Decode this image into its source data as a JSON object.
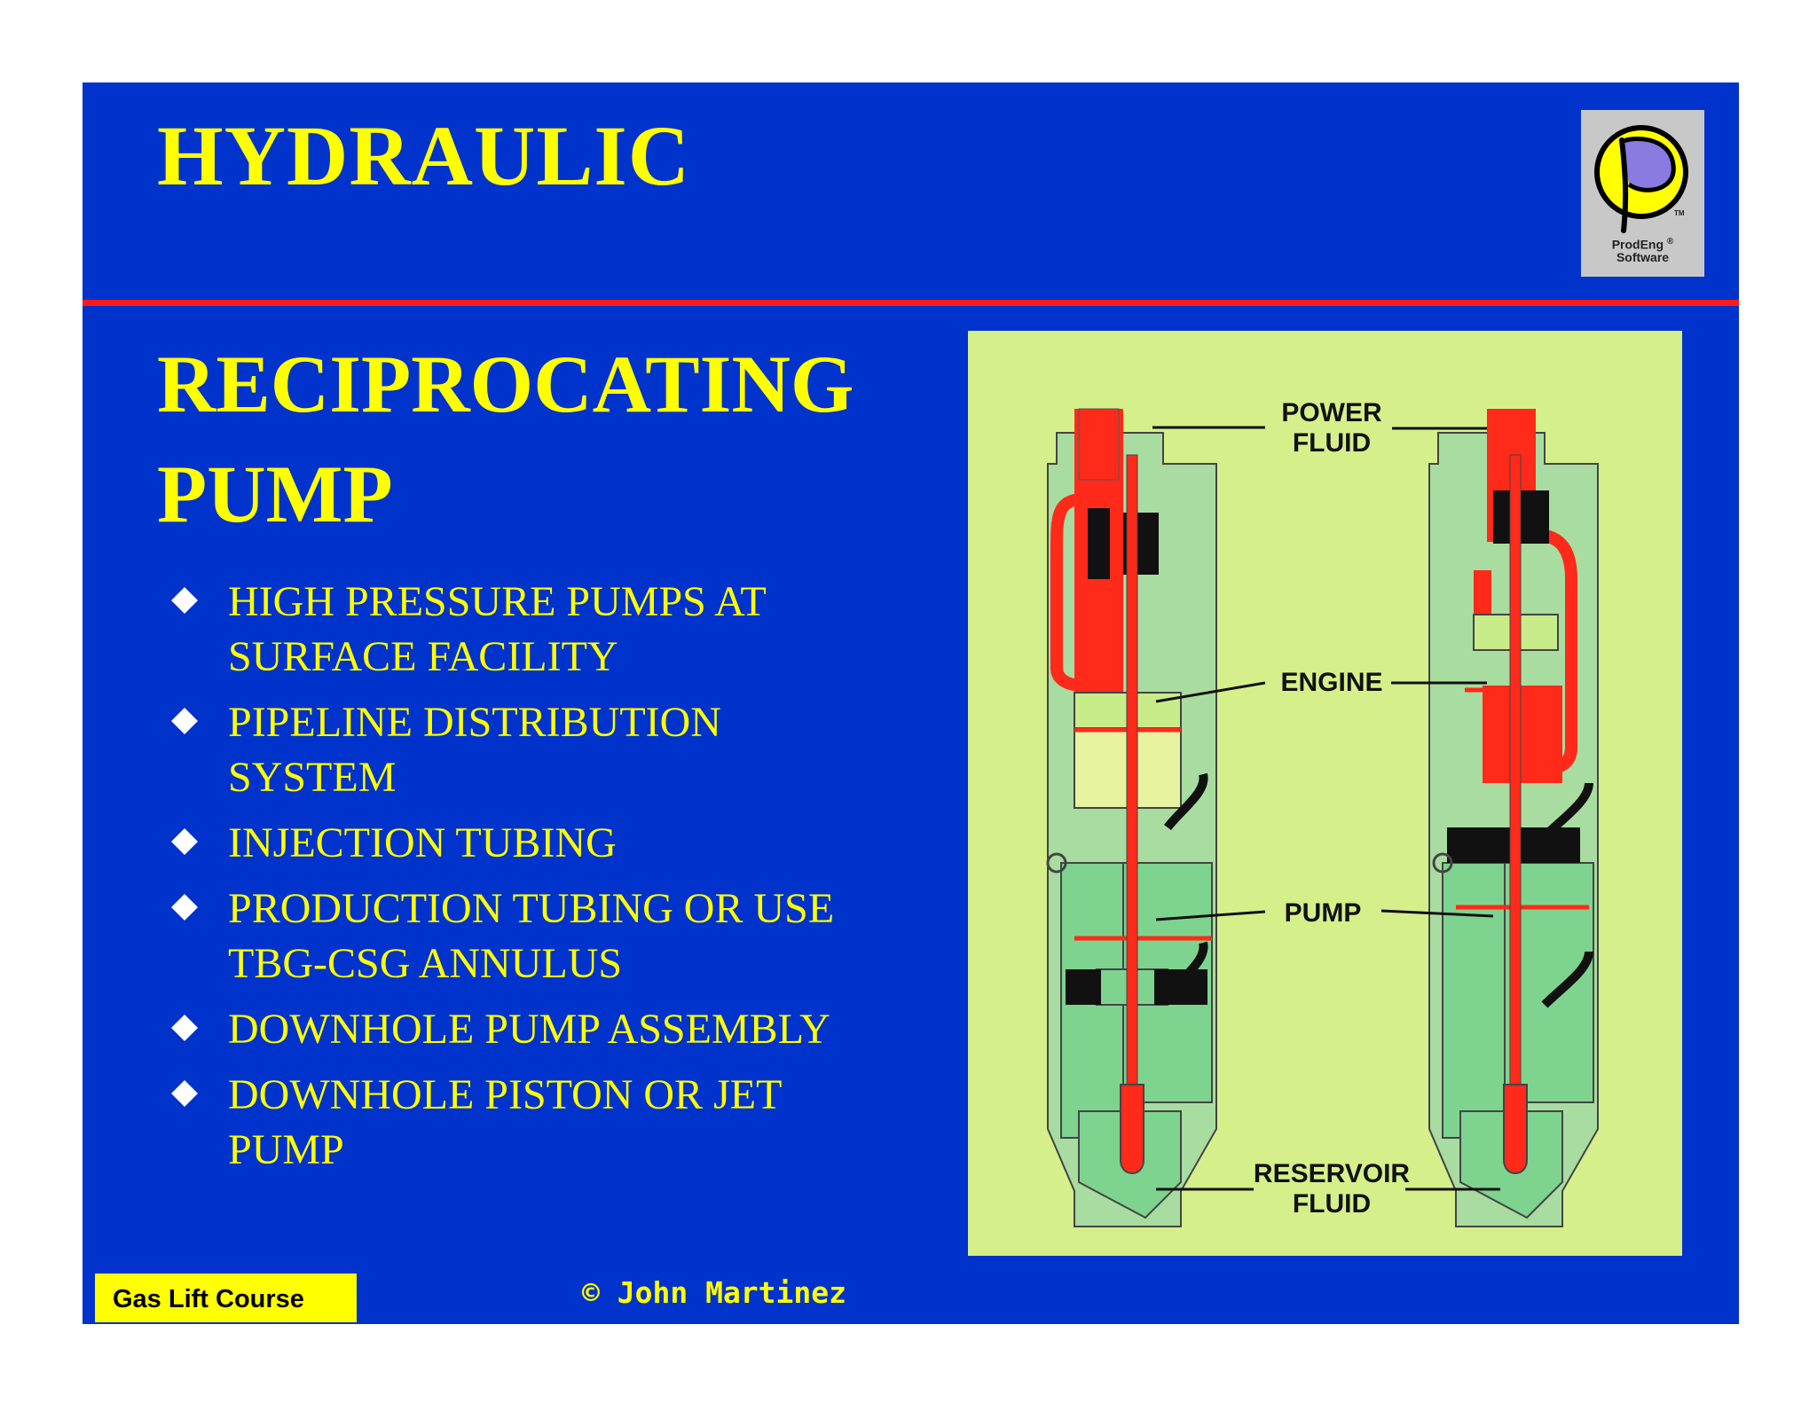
{
  "title": "HYDRAULIC",
  "subtitle_lines": [
    "RECIPROCATING",
    "PUMP"
  ],
  "logo": {
    "letter": "P",
    "tm": "TM",
    "line1": "ProdEng",
    "reg": "®",
    "line2": "Software"
  },
  "bullets": [
    {
      "lines": [
        "HIGH PRESSURE PUMPS AT",
        "SURFACE FACILITY"
      ]
    },
    {
      "lines": [
        "PIPELINE DISTRIBUTION",
        "SYSTEM"
      ]
    },
    {
      "lines": [
        "INJECTION TUBING"
      ]
    },
    {
      "lines": [
        "PRODUCTION TUBING OR USE",
        "TBG-CSG ANNULUS"
      ]
    },
    {
      "lines": [
        "DOWNHOLE PUMP ASSEMBLY"
      ]
    },
    {
      "lines": [
        "DOWNHOLE PISTON OR JET",
        "PUMP"
      ]
    }
  ],
  "diagram": {
    "labels": {
      "power_fluid": [
        "POWER",
        "FLUID"
      ],
      "engine": "ENGINE",
      "pump": "PUMP",
      "reservoir_fluid": [
        "RESERVOIR",
        "FLUID"
      ]
    }
  },
  "footer": {
    "course": "Gas Lift Course",
    "copyright": "© John Martinez"
  },
  "colors": {
    "background": "#0033cc",
    "accent_text": "#ffff00",
    "divider": "#ff1a1a",
    "power_fluid": "#ff2a1a",
    "reservoir_fluid": "#7ed38f",
    "diagram_bg": "#d5f08a"
  }
}
